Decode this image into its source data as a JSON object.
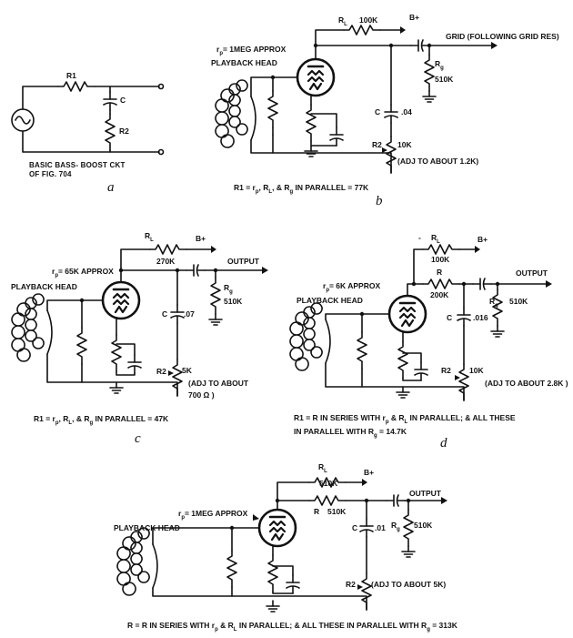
{
  "a": {
    "r1": "R1",
    "c": "C",
    "r2": "R2",
    "caption_1": "BASIC BASS- BOOST CKT",
    "caption_2": "OF FIG. 704",
    "letter": "a"
  },
  "b": {
    "rl": "R",
    "rl_sub": "L",
    "rl_value": "100K",
    "bplus": "B+",
    "tube": "r",
    "tube_sub": "p",
    "tube_label": "= 1MEG APPROX",
    "head": "PLAYBACK HEAD",
    "grid": "GRID (FOLLOWING GRID RES)",
    "c": "C",
    "c_value": ".04",
    "rg": "R",
    "rg_sub": "g",
    "rg_value": "510K",
    "r2": "R2",
    "r2_value": "10K",
    "r2_adj": "(ADJ TO ABOUT 1.2K)",
    "eq": "R1 = r",
    "eq_2": "p",
    "eq_3": ", R",
    "eq_4": "L",
    "eq_5": ", & R",
    "eq_6": "g",
    "eq_7": " IN PARALLEL = 77K",
    "letter": "b"
  },
  "c": {
    "rl": "R",
    "rl_sub": "L",
    "rl_value": "270K",
    "bplus": "B+",
    "output": "OUTPUT",
    "tube": "r",
    "tube_sub": "p",
    "tube_label": "= 65K APPROX",
    "head": "PLAYBACK HEAD",
    "c": "C",
    "c_value": ".07",
    "rg": "R",
    "rg_sub": "g",
    "rg_value": "510K",
    "r2": "R2",
    "r2_value": "5K",
    "r2_adj_1": "(ADJ TO ABOUT",
    "r2_adj_2": "700 Ω )",
    "eq": "R1 = r",
    "eq_2": "p",
    "eq_3": ", R",
    "eq_4": "L",
    "eq_5": ", & R",
    "eq_6": "g",
    "eq_7": " IN PARALLEL = 47K",
    "letter": "c"
  },
  "d": {
    "dash": "-",
    "rl": "R",
    "rl_sub": "L",
    "rl_value": "100K",
    "bplus": "B+",
    "r": "R",
    "r_value": "200K",
    "output": "OUTPUT",
    "tube": "r",
    "tube_sub": "p",
    "tube_label": "= 6K APPROX",
    "head": "PLAYBACK HEAD",
    "c": "C",
    "c_value": ".016",
    "rg": "R",
    "rg_sub": "g",
    "rg_value": "510K",
    "r2": "R2",
    "r2_value": "10K",
    "r2_adj": "(ADJ TO ABOUT 2.8K )",
    "eq_line1": "R1 = R IN SERIES WITH r",
    "eq_line1_b": "p",
    "eq_line1_c": " & R",
    "eq_line1_d": "L",
    "eq_line1_e": " IN PARALLEL; & ALL THESE",
    "eq_line2": "IN PARALLEL WITH R",
    "eq_line2_b": "g",
    "eq_line2_c": " = 14.7K",
    "letter": "d"
  },
  "e": {
    "rl": "R",
    "rl_sub": "L",
    "rl_value": "510K",
    "r": "R",
    "r_value": "510K",
    "bplus": "B+",
    "output": "OUTPUT",
    "tube": "r",
    "tube_sub": "p",
    "tube_label": "= 1MEG APPROX",
    "head": "PLAYBACK HEAD",
    "c": "C",
    "c_value": ".01",
    "rg": "R",
    "rg_sub": "g",
    "rg_value": "510K",
    "r2": "R2",
    "r2_adj": "(ADJ TO ABOUT 5K)",
    "eq": "R = R IN SERIES WITH r",
    "eq_2": "p",
    "eq_3": " & R",
    "eq_4": "L",
    "eq_5": " IN PARALLEL; & ALL THESE IN PARALLEL WITH R",
    "eq_6": "g",
    "eq_7": " = 313K"
  }
}
